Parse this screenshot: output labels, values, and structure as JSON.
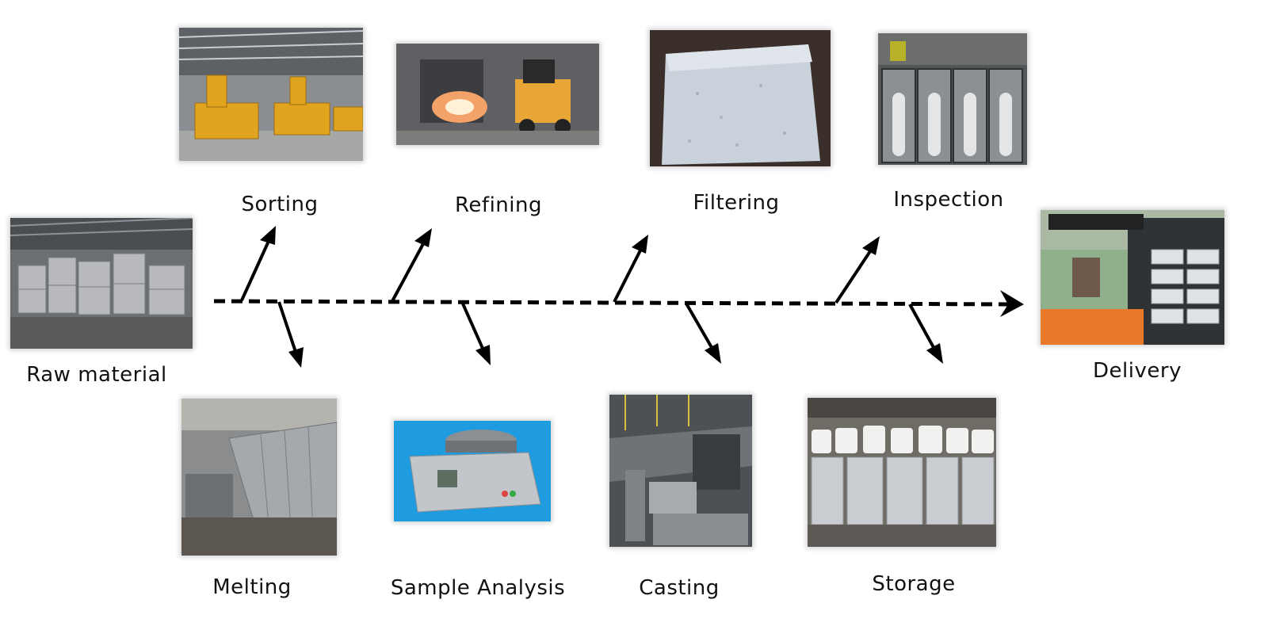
{
  "diagram": {
    "steps_top": [
      {
        "label": "Sorting",
        "icon": "sorting-machines-photo"
      },
      {
        "label": "Refining",
        "icon": "refining-forklift-photo"
      },
      {
        "label": "Filtering",
        "icon": "ceramic-filter-photo"
      },
      {
        "label": "Inspection",
        "icon": "ingot-inspection-photo"
      }
    ],
    "steps_bottom": [
      {
        "label": "Melting",
        "icon": "melting-furnace-photo"
      },
      {
        "label": "Sample Analysis",
        "icon": "spectrometer-photo"
      },
      {
        "label": "Casting",
        "icon": "casting-machine-photo"
      },
      {
        "label": "Storage",
        "icon": "ingot-storage-photo"
      }
    ],
    "start": {
      "label": "Raw material",
      "icon": "scrap-bales-photo"
    },
    "end": {
      "label": "Delivery",
      "icon": "forklift-delivery-photo"
    },
    "colors": {
      "arrow": "#000000",
      "text": "#111111"
    }
  }
}
